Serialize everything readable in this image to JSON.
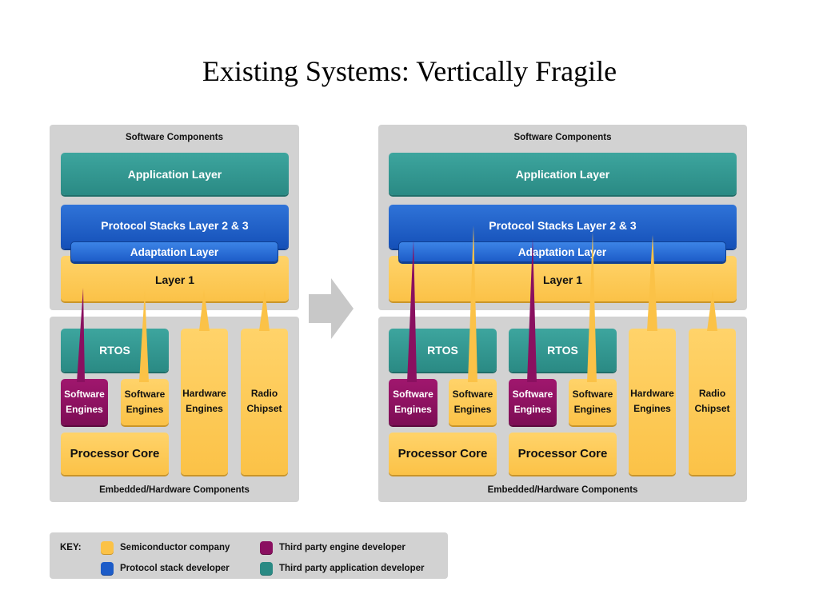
{
  "title": "Existing Systems: Vertically Fragile",
  "diagram_left": {
    "software_label": "Software Components",
    "application_layer": "Application Layer",
    "protocol_stacks": "Protocol Stacks Layer 2 & 3",
    "adaptation_layer": "Adaptation Layer",
    "layer1": "Layer 1",
    "rtos": "RTOS",
    "software_engines_purple_1": "Software",
    "software_engines_purple_2": "Engines",
    "software_engines_yellow_1": "Software",
    "software_engines_yellow_2": "Engines",
    "hardware_engines_1": "Hardware",
    "hardware_engines_2": "Engines",
    "radio_chipset_1": "Radio",
    "radio_chipset_2": "Chipset",
    "processor_core": "Processor Core",
    "embedded_label": "Embedded/Hardware Components"
  },
  "diagram_right": {
    "software_label": "Software Components",
    "application_layer": "Application Layer",
    "protocol_stacks": "Protocol Stacks Layer 2 & 3",
    "adaptation_layer": "Adaptation Layer",
    "layer1": "Layer 1",
    "rtos_a": "RTOS",
    "rtos_b": "RTOS",
    "sw_purple_a_1": "Software",
    "sw_purple_a_2": "Engines",
    "sw_yellow_a_1": "Software",
    "sw_yellow_a_2": "Engines",
    "sw_purple_b_1": "Software",
    "sw_purple_b_2": "Engines",
    "sw_yellow_b_1": "Software",
    "sw_yellow_b_2": "Engines",
    "hardware_engines_1": "Hardware",
    "hardware_engines_2": "Engines",
    "radio_chipset_1": "Radio",
    "radio_chipset_2": "Chipset",
    "processor_core_a": "Processor Core",
    "processor_core_b": "Processor Core",
    "embedded_label": "Embedded/Hardware Components"
  },
  "key": {
    "label": "KEY:",
    "items": [
      {
        "label": "Semiconductor company",
        "color": "#fbc247"
      },
      {
        "label": "Third party engine developer",
        "color": "#8a1060"
      },
      {
        "label": "Protocol stack developer",
        "color": "#1d5cc8"
      },
      {
        "label": "Third party application developer",
        "color": "#2a8a84"
      }
    ]
  },
  "colors": {
    "panel": "#d2d2d2",
    "teal": "#2a8a84",
    "blue": "#1d5cc8",
    "yellow": "#fbc247",
    "purple": "#8a1060",
    "arrow": "#c8c8c8"
  }
}
